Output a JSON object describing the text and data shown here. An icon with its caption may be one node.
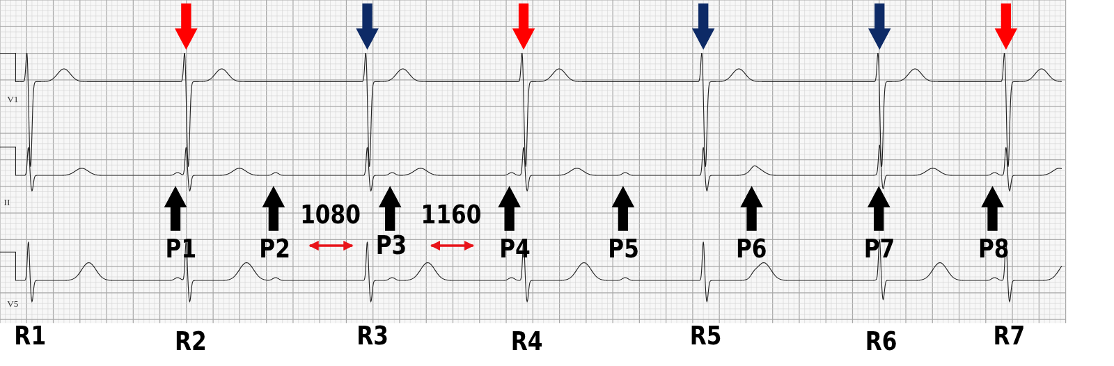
{
  "diagram": {
    "labels": [
      "V1",
      "II",
      "1080",
      "1160",
      "P1",
      "P2",
      "P3",
      "P4",
      "P5",
      "P6",
      "P7",
      "P8",
      "V5",
      "R1",
      "R2",
      "R3",
      "R4",
      "R5",
      "R6",
      "R7"
    ]
  }
}
